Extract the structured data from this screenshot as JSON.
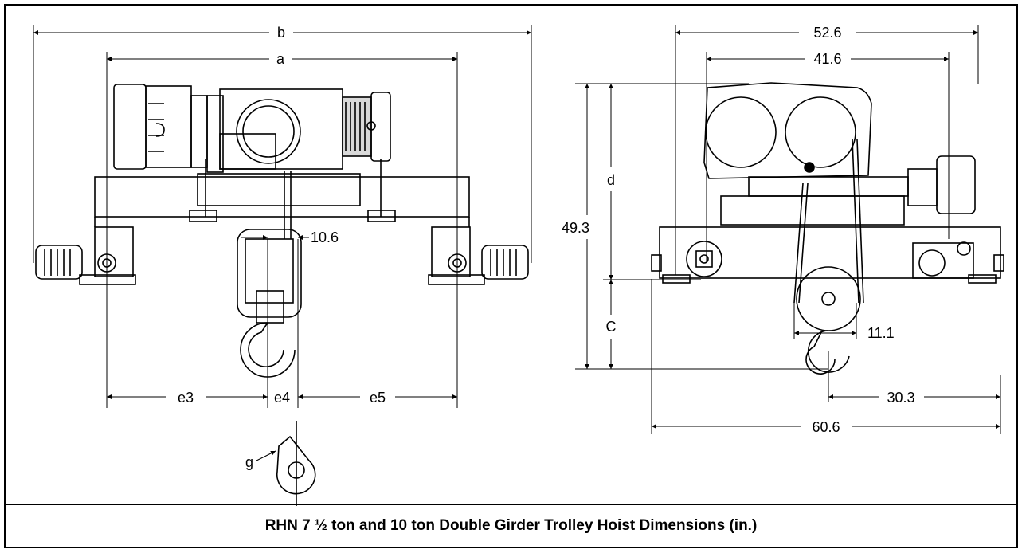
{
  "caption": "RHN 7 ½ ton and 10 ton Double Girder Trolley Hoist Dimensions (in.)",
  "left_view": {
    "dims": {
      "b": "b",
      "a": "a",
      "gap": "10.6",
      "e3": "e3",
      "e4": "e4",
      "e5": "e5",
      "g": "g"
    }
  },
  "right_view": {
    "dims": {
      "w1": "52.6",
      "w2": "41.6",
      "h": "49.3",
      "d": "d",
      "c": "C",
      "gap": "11.1",
      "half": "30.3",
      "full": "60.6"
    }
  }
}
